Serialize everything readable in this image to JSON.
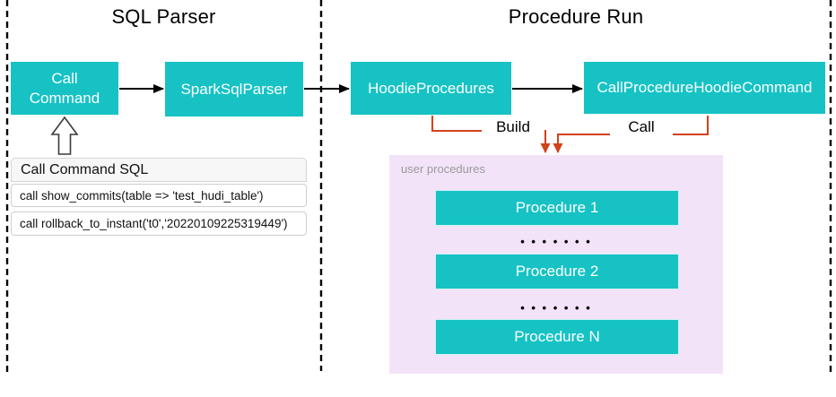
{
  "sections": [
    {
      "title": "SQL Parser"
    },
    {
      "title": "Procedure Run"
    }
  ],
  "nodes": {
    "call_command": "Call Command",
    "spark_sql_parser": "SparkSqlParser",
    "hoodie_procedures": "HoodieProcedures",
    "call_procedure_hoodie_command": "CallProcedureHoodieCommand"
  },
  "connectors": {
    "build_label": "Build",
    "call_label": "Call"
  },
  "sql_panel": {
    "header": "Call Command SQL",
    "rows": [
      "call show_commits(table => 'test_hudi_table')",
      "call rollback_to_instant('t0','20220109225319449')"
    ]
  },
  "user_procedures": {
    "label": "user procedures",
    "items": [
      "Procedure 1",
      "Procedure 2",
      "Procedure N"
    ],
    "ellipsis": "• • • • • • •"
  },
  "colors": {
    "node_fill": "#16c2c4",
    "connector_orange": "#d2411a",
    "panel_pink": "#f2e3f8"
  }
}
